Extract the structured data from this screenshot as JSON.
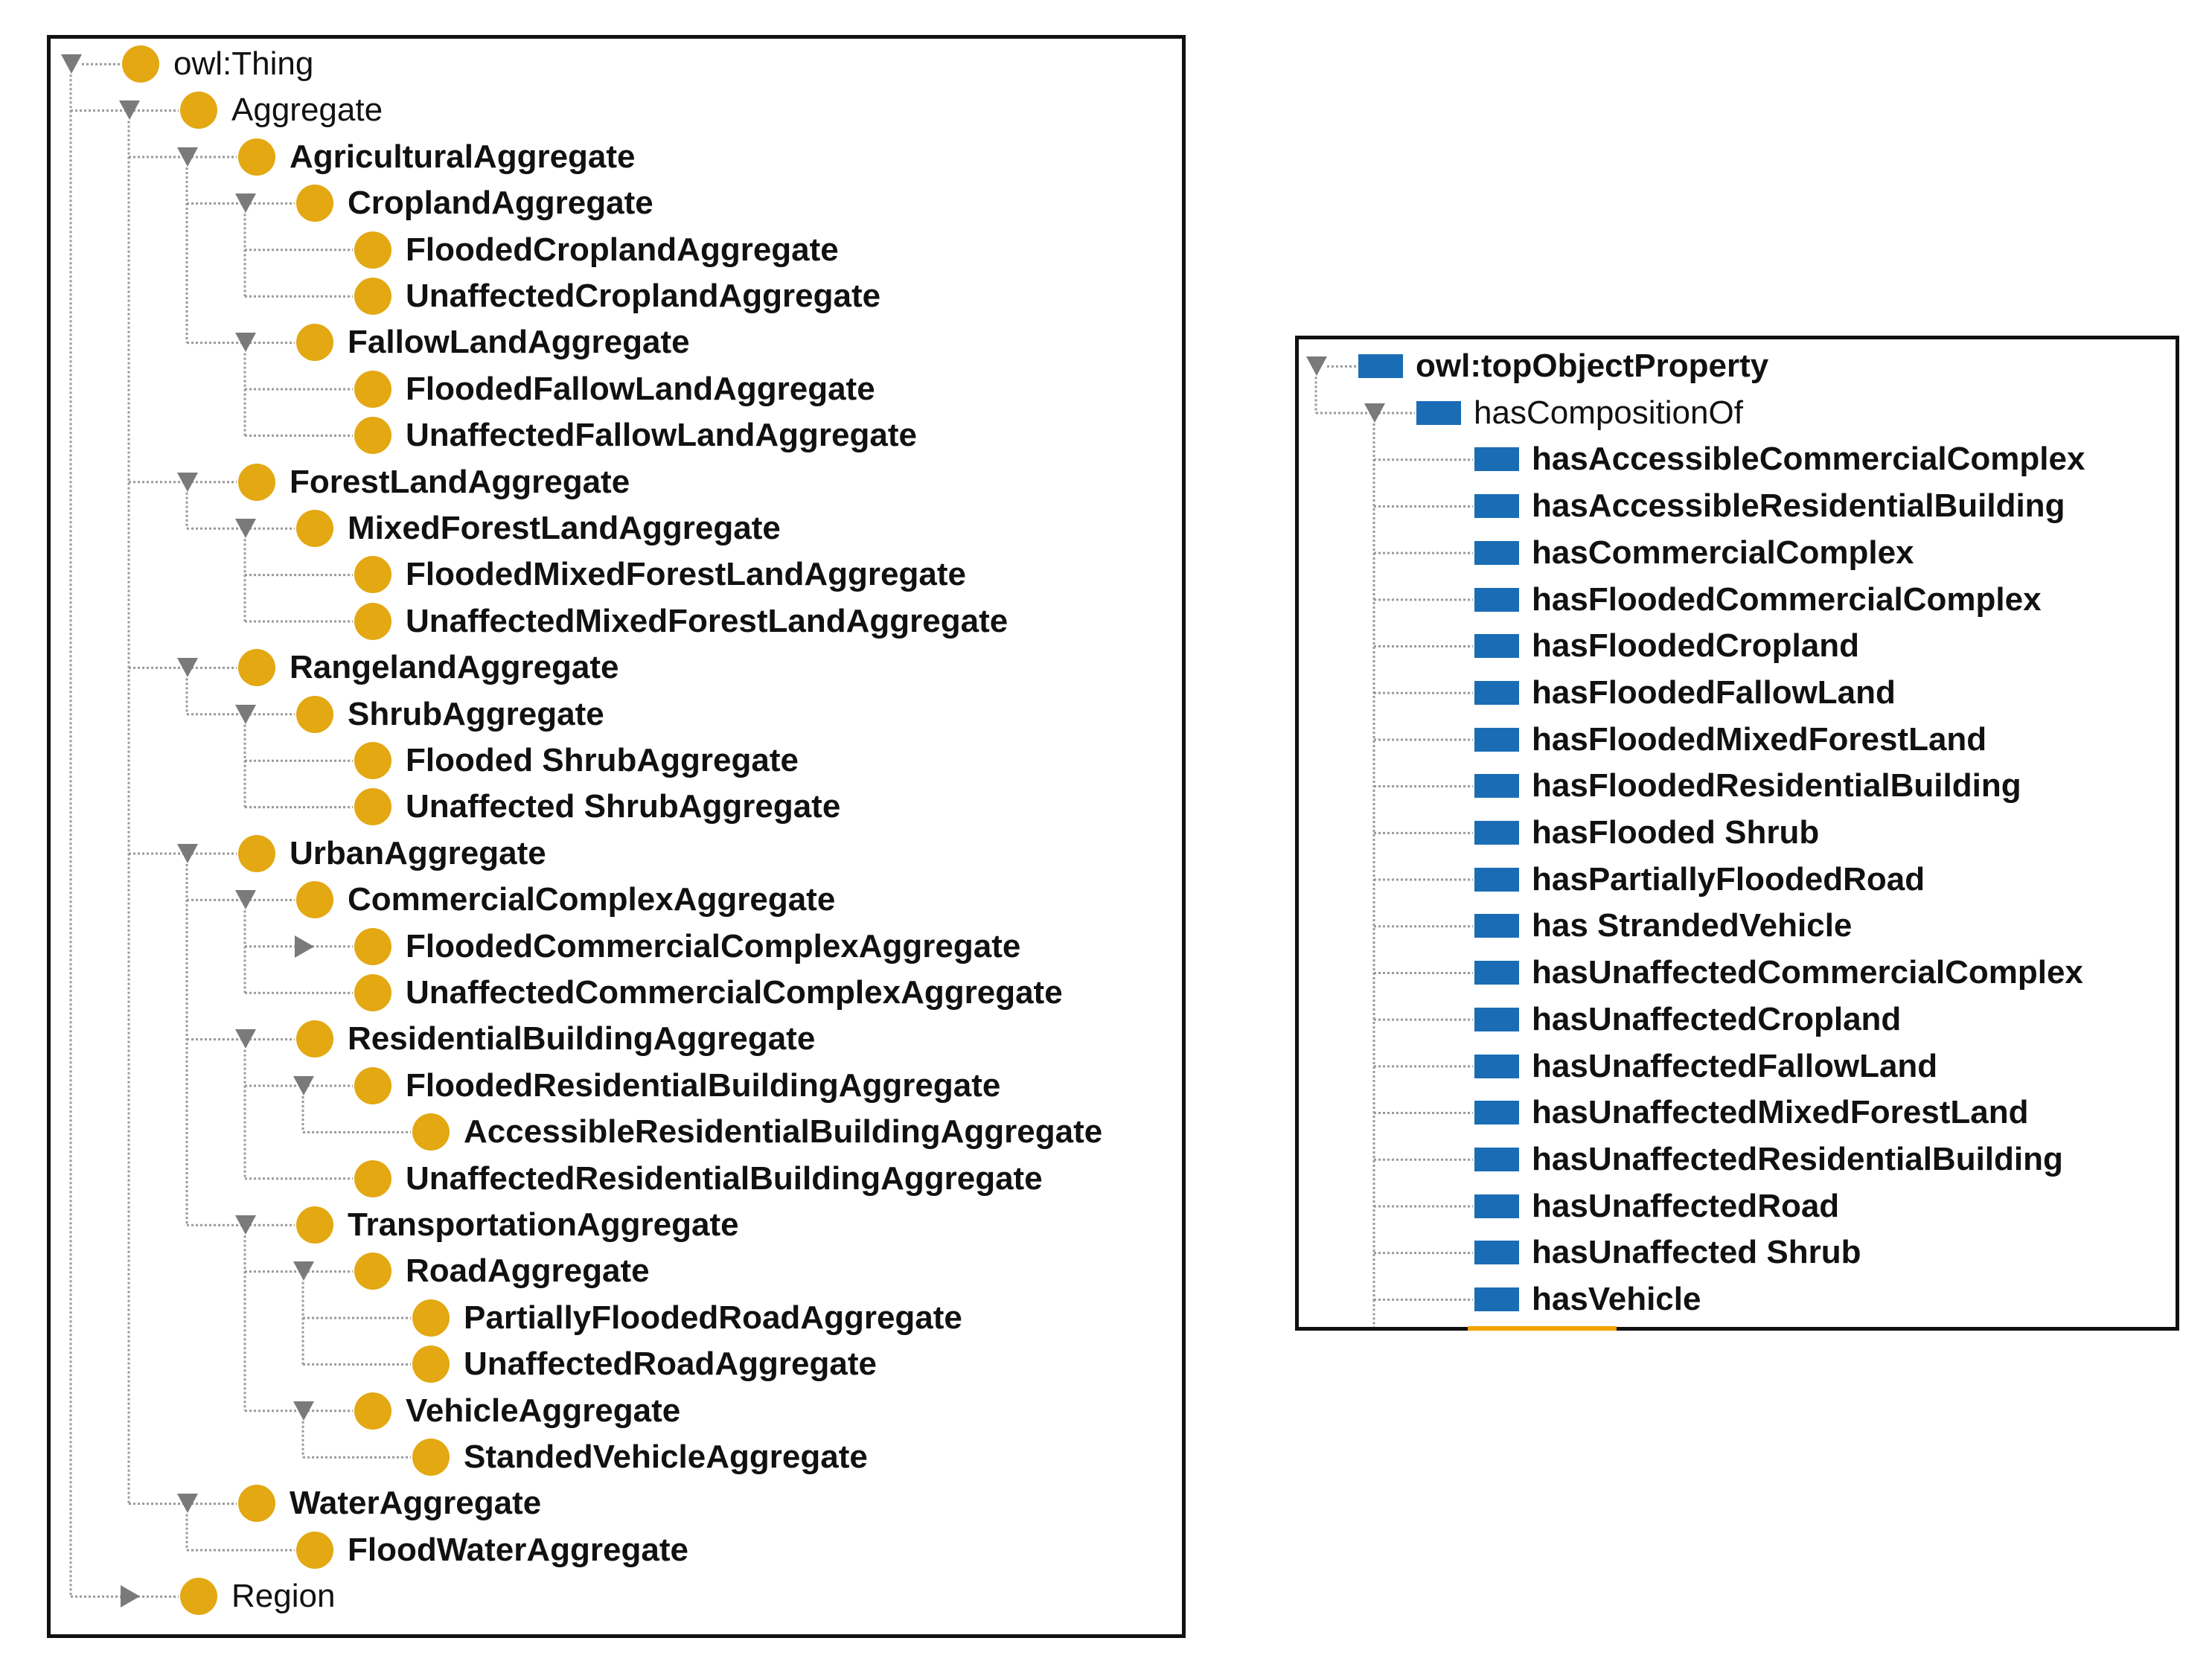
{
  "class_hierarchy": {
    "nodes": [
      {
        "label": "owl:Thing",
        "depth": 0,
        "toggle": "expanded",
        "bold": false
      },
      {
        "label": "Aggregate",
        "depth": 1,
        "toggle": "expanded",
        "bold": false
      },
      {
        "label": "AgriculturalAggregate",
        "depth": 2,
        "toggle": "expanded",
        "bold": true
      },
      {
        "label": "CroplandAggregate",
        "depth": 3,
        "toggle": "expanded",
        "bold": true
      },
      {
        "label": "FloodedCroplandAggregate",
        "depth": 4,
        "toggle": "none",
        "bold": true
      },
      {
        "label": "UnaffectedCroplandAggregate",
        "depth": 4,
        "toggle": "none",
        "bold": true
      },
      {
        "label": "FallowLandAggregate",
        "depth": 3,
        "toggle": "expanded",
        "bold": true
      },
      {
        "label": "FloodedFallowLandAggregate",
        "depth": 4,
        "toggle": "none",
        "bold": true
      },
      {
        "label": "UnaffectedFallowLandAggregate",
        "depth": 4,
        "toggle": "none",
        "bold": true
      },
      {
        "label": "ForestLandAggregate",
        "depth": 2,
        "toggle": "expanded",
        "bold": true
      },
      {
        "label": "MixedForestLandAggregate",
        "depth": 3,
        "toggle": "expanded",
        "bold": true
      },
      {
        "label": "FloodedMixedForestLandAggregate",
        "depth": 4,
        "toggle": "none",
        "bold": true
      },
      {
        "label": "UnaffectedMixedForestLandAggregate",
        "depth": 4,
        "toggle": "none",
        "bold": true
      },
      {
        "label": "RangelandAggregate",
        "depth": 2,
        "toggle": "expanded",
        "bold": true
      },
      {
        "label": "ShrubAggregate",
        "depth": 3,
        "toggle": "expanded",
        "bold": true
      },
      {
        "label": "Flooded ShrubAggregate",
        "depth": 4,
        "toggle": "none",
        "bold": true
      },
      {
        "label": "Unaffected ShrubAggregate",
        "depth": 4,
        "toggle": "none",
        "bold": true
      },
      {
        "label": "UrbanAggregate",
        "depth": 2,
        "toggle": "expanded",
        "bold": true
      },
      {
        "label": "CommercialComplexAggregate",
        "depth": 3,
        "toggle": "expanded",
        "bold": true
      },
      {
        "label": "FloodedCommercialComplexAggregate",
        "depth": 4,
        "toggle": "collapsed",
        "bold": true
      },
      {
        "label": "UnaffectedCommercialComplexAggregate",
        "depth": 4,
        "toggle": "none",
        "bold": true
      },
      {
        "label": "ResidentialBuildingAggregate",
        "depth": 3,
        "toggle": "expanded",
        "bold": true
      },
      {
        "label": "FloodedResidentialBuildingAggregate",
        "depth": 4,
        "toggle": "expanded",
        "bold": true
      },
      {
        "label": "AccessibleResidentialBuildingAggregate",
        "depth": 5,
        "toggle": "none",
        "bold": true
      },
      {
        "label": "UnaffectedResidentialBuildingAggregate",
        "depth": 4,
        "toggle": "none",
        "bold": true
      },
      {
        "label": "TransportationAggregate",
        "depth": 3,
        "toggle": "expanded",
        "bold": true
      },
      {
        "label": "RoadAggregate",
        "depth": 4,
        "toggle": "expanded",
        "bold": true
      },
      {
        "label": "PartiallyFloodedRoadAggregate",
        "depth": 5,
        "toggle": "none",
        "bold": true
      },
      {
        "label": "UnaffectedRoadAggregate",
        "depth": 5,
        "toggle": "none",
        "bold": true
      },
      {
        "label": "VehicleAggregate",
        "depth": 4,
        "toggle": "expanded",
        "bold": true
      },
      {
        "label": "StandedVehicleAggregate",
        "depth": 5,
        "toggle": "none",
        "bold": true
      },
      {
        "label": "WaterAggregate",
        "depth": 2,
        "toggle": "expanded",
        "bold": true
      },
      {
        "label": "FloodWaterAggregate",
        "depth": 3,
        "toggle": "none",
        "bold": true
      },
      {
        "label": "Region",
        "depth": 1,
        "toggle": "collapsed",
        "bold": false
      }
    ]
  },
  "object_property_hierarchy": {
    "nodes": [
      {
        "label": "owl:topObjectProperty",
        "depth": 0,
        "toggle": "expanded",
        "bold": true
      },
      {
        "label": "hasCompositionOf",
        "depth": 1,
        "toggle": "expanded",
        "bold": false
      },
      {
        "label": "hasAccessibleCommercialComplex",
        "depth": 2,
        "toggle": "none",
        "bold": true
      },
      {
        "label": "hasAccessibleResidentialBuilding",
        "depth": 2,
        "toggle": "none",
        "bold": true
      },
      {
        "label": "hasCommercialComplex",
        "depth": 2,
        "toggle": "none",
        "bold": true
      },
      {
        "label": "hasFloodedCommercialComplex",
        "depth": 2,
        "toggle": "none",
        "bold": true
      },
      {
        "label": "hasFloodedCropland",
        "depth": 2,
        "toggle": "none",
        "bold": true
      },
      {
        "label": "hasFloodedFallowLand",
        "depth": 2,
        "toggle": "none",
        "bold": true
      },
      {
        "label": "hasFloodedMixedForestLand",
        "depth": 2,
        "toggle": "none",
        "bold": true
      },
      {
        "label": "hasFloodedResidentialBuilding",
        "depth": 2,
        "toggle": "none",
        "bold": true
      },
      {
        "label": "hasFlooded Shrub",
        "depth": 2,
        "toggle": "none",
        "bold": true
      },
      {
        "label": "hasPartiallyFloodedRoad",
        "depth": 2,
        "toggle": "none",
        "bold": true
      },
      {
        "label": "has StrandedVehicle",
        "depth": 2,
        "toggle": "none",
        "bold": true
      },
      {
        "label": "hasUnaffectedCommercialComplex",
        "depth": 2,
        "toggle": "none",
        "bold": true
      },
      {
        "label": "hasUnaffectedCropland",
        "depth": 2,
        "toggle": "none",
        "bold": true
      },
      {
        "label": "hasUnaffectedFallowLand",
        "depth": 2,
        "toggle": "none",
        "bold": true
      },
      {
        "label": "hasUnaffectedMixedForestLand",
        "depth": 2,
        "toggle": "none",
        "bold": true
      },
      {
        "label": "hasUnaffectedResidentialBuilding",
        "depth": 2,
        "toggle": "none",
        "bold": true
      },
      {
        "label": "hasUnaffectedRoad",
        "depth": 2,
        "toggle": "none",
        "bold": true
      },
      {
        "label": "hasUnaffected Shrub",
        "depth": 2,
        "toggle": "none",
        "bold": true
      },
      {
        "label": "hasVehicle",
        "depth": 2,
        "toggle": "none",
        "bold": true
      }
    ]
  },
  "colors": {
    "class_icon": "#e3a812",
    "property_icon": "#1a6db5",
    "tree_line": "#9a9a9a",
    "toggle": "#7a7a7a",
    "selection_underline": "#f2a200"
  },
  "icons": {
    "class": "class-circle-icon",
    "property": "object-property-icon",
    "expanded": "triangle-down-icon",
    "collapsed": "triangle-right-icon"
  }
}
